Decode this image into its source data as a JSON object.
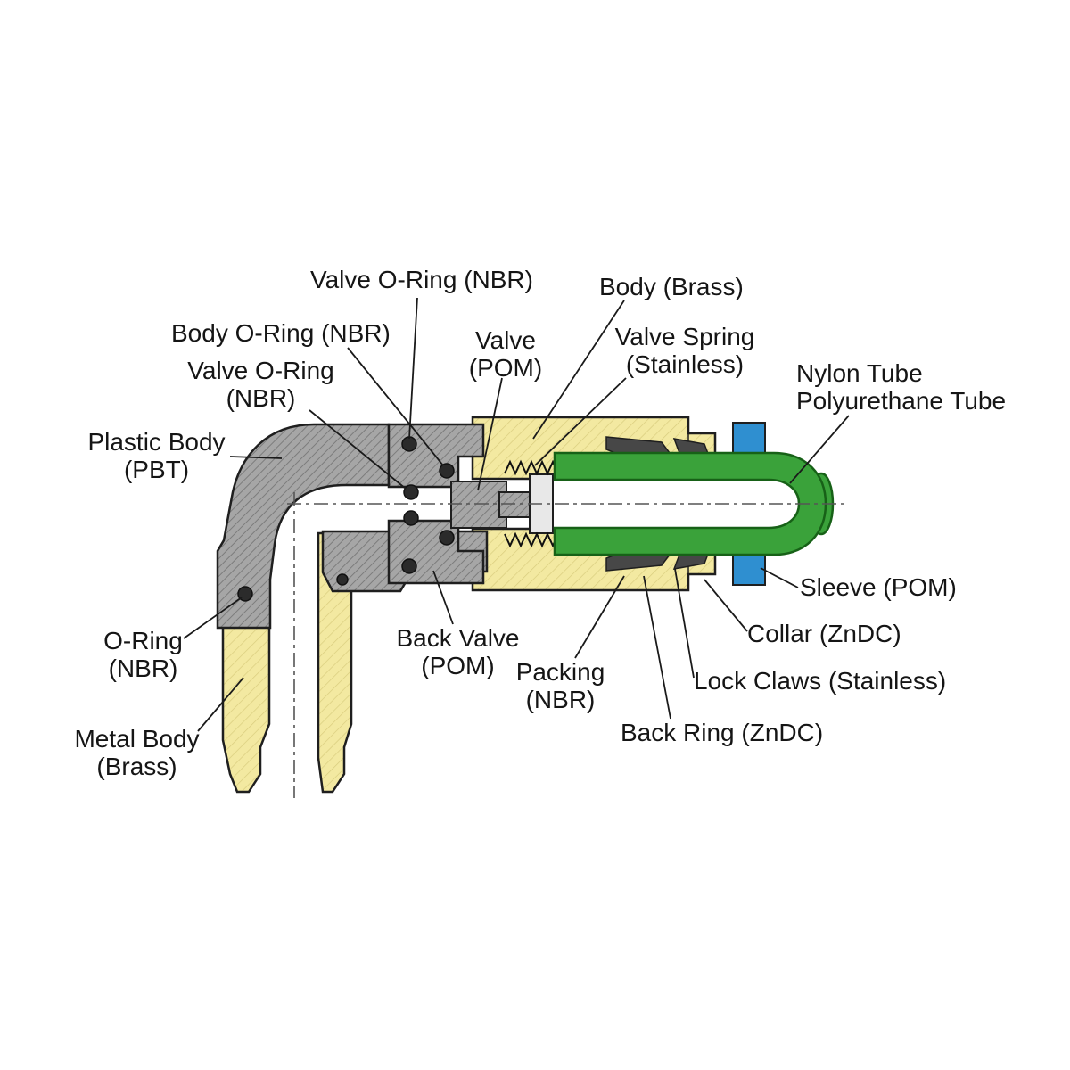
{
  "diagram": {
    "labels": {
      "valve_oring_top": "Valve O-Ring (NBR)",
      "body_brass": "Body (Brass)",
      "body_oring": "Body O-Ring (NBR)",
      "valve": "Valve\n(POM)",
      "valve_spring": "Valve Spring\n(Stainless)",
      "nylon_tube": "Nylon Tube\nPolyurethane Tube",
      "valve_oring_left": "Valve O-Ring\n(NBR)",
      "plastic_body": "Plastic Body\n(PBT)",
      "oring": "O-Ring\n(NBR)",
      "back_valve": "Back Valve\n(POM)",
      "packing": "Packing\n(NBR)",
      "sleeve": "Sleeve (POM)",
      "collar": "Collar (ZnDC)",
      "lock_claws": "Lock Claws (Stainless)",
      "back_ring": "Back Ring (ZnDC)",
      "metal_body": "Metal Body\n(Brass)"
    },
    "colors": {
      "brass_yellow": "#f3e9a1",
      "body_gray": "#a6a6a6",
      "hatch_gray": "#7c7c7c",
      "hatch_yellow": "#d9cd7e",
      "tube_green": "#3aa23a",
      "tube_green_dark": "#176117",
      "sleeve_blue": "#2f8fd0",
      "oring_black": "#2b2b2b",
      "line_black": "#1a1a1a"
    }
  }
}
